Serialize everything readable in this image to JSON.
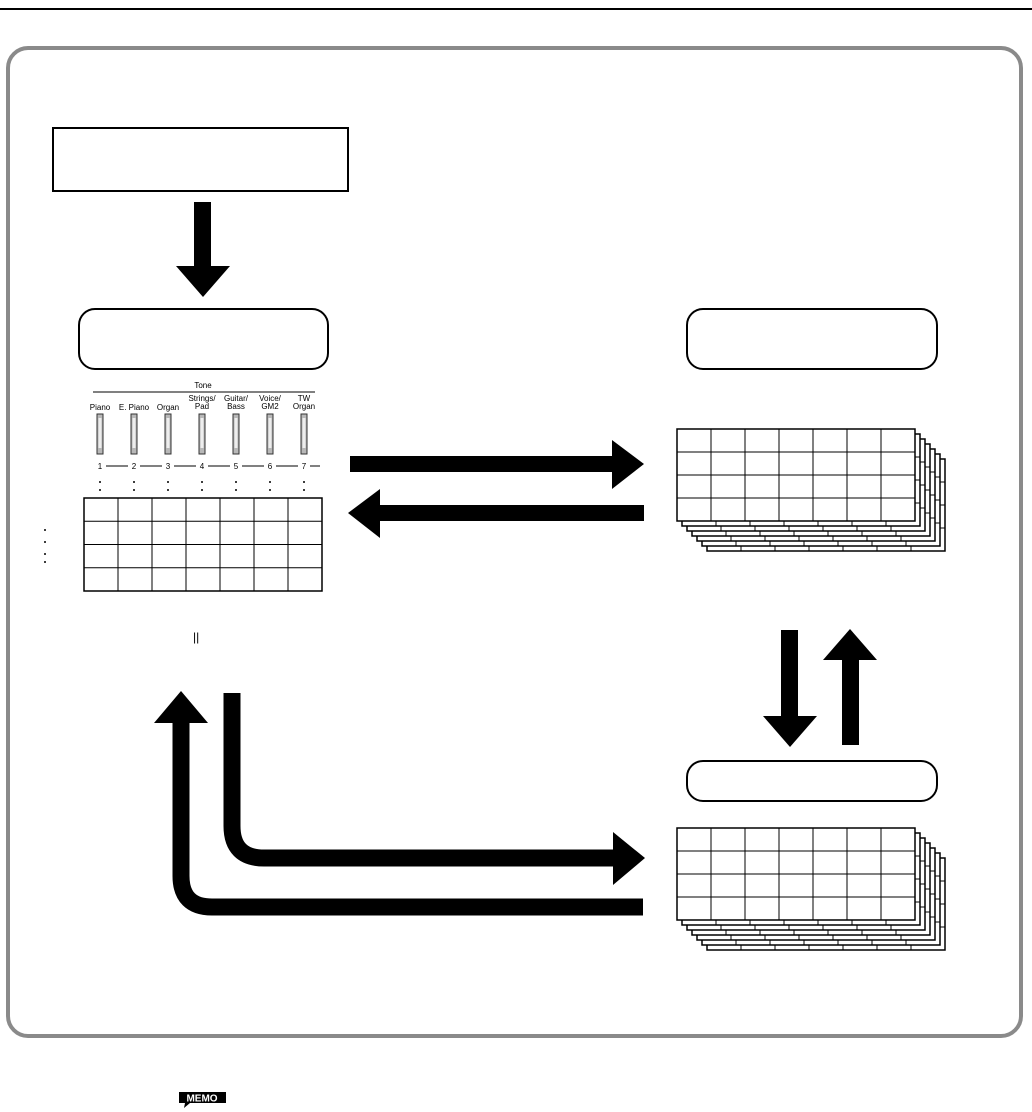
{
  "tone_panel": {
    "title": "Tone",
    "buttons": [
      {
        "label": [
          "Piano"
        ],
        "number": "1"
      },
      {
        "label": [
          "E. Piano"
        ],
        "number": "2"
      },
      {
        "label": [
          "Organ"
        ],
        "number": "3"
      },
      {
        "label": [
          "Strings/",
          "Pad"
        ],
        "number": "4"
      },
      {
        "label": [
          "Guitar/",
          "Bass"
        ],
        "number": "5"
      },
      {
        "label": [
          "Voice/",
          "GM2"
        ],
        "number": "6"
      },
      {
        "label": [
          "TW",
          "Organ"
        ],
        "number": "7"
      }
    ]
  },
  "equals_mark": "||",
  "memo_label": "MEMO"
}
